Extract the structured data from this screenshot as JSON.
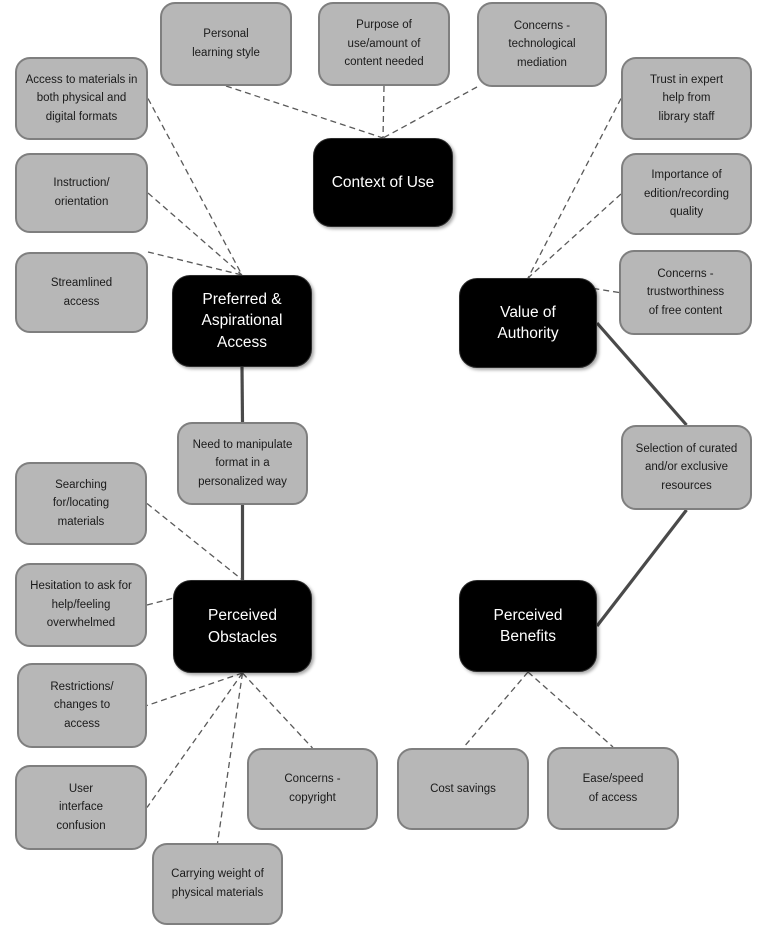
{
  "diagram": {
    "type": "concept-map",
    "colors": {
      "background": "#ffffff",
      "main_node_fill": "#000000",
      "main_node_text": "#ffffff",
      "sub_node_fill": "#b7b7b7",
      "sub_node_border": "#7f7f7f",
      "sub_node_text": "#1a1a1a",
      "dashed_line": "#595959",
      "solid_line": "#4a4a4a"
    },
    "nodes": [
      {
        "id": "personal",
        "type": "sub",
        "label": "Personal\nlearning style"
      },
      {
        "id": "purpose",
        "type": "sub",
        "label": "Purpose of\nuse/amount of\ncontent needed"
      },
      {
        "id": "concerns_tech",
        "type": "sub",
        "label": "Concerns -\ntechnological\nmediation"
      },
      {
        "id": "access",
        "type": "sub",
        "label": "Access to materials in\nboth physical and\ndigital formats"
      },
      {
        "id": "trust",
        "type": "sub",
        "label": "Trust in expert\nhelp from\nlibrary staff"
      },
      {
        "id": "instruction",
        "type": "sub",
        "label": "Instruction/\norientation"
      },
      {
        "id": "importance",
        "type": "sub",
        "label": "Importance of\nedition/recording\nquality"
      },
      {
        "id": "context",
        "type": "main",
        "label": "Context of Use"
      },
      {
        "id": "streamlined",
        "type": "sub",
        "label": "Streamlined\naccess"
      },
      {
        "id": "concerns_trust",
        "type": "sub",
        "label": "Concerns -\ntrustworthiness\nof free content"
      },
      {
        "id": "preferred",
        "type": "main",
        "label": "Preferred &\nAspirational\nAccess"
      },
      {
        "id": "value",
        "type": "main",
        "label": "Value of\nAuthority"
      },
      {
        "id": "need",
        "type": "sub",
        "label": "Need to manipulate\nformat in a\npersonalized way"
      },
      {
        "id": "selection",
        "type": "sub",
        "label": "Selection of curated\nand/or exclusive\nresources"
      },
      {
        "id": "searching",
        "type": "sub",
        "label": "Searching\nfor/locating\nmaterials"
      },
      {
        "id": "hesitation",
        "type": "sub",
        "label": "Hesitation to ask for\nhelp/feeling\noverwhelmed"
      },
      {
        "id": "obstacles",
        "type": "main",
        "label": "Perceived\nObstacles"
      },
      {
        "id": "benefits",
        "type": "main",
        "label": "Perceived\nBenefits"
      },
      {
        "id": "restrictions",
        "type": "sub",
        "label": "Restrictions/\nchanges to\naccess"
      },
      {
        "id": "user_interface",
        "type": "sub",
        "label": "User\ninterface\nconfusion"
      },
      {
        "id": "copyright",
        "type": "sub",
        "label": "Concerns -\ncopyright"
      },
      {
        "id": "carrying",
        "type": "sub",
        "label": "Carrying weight of\nphysical materials"
      },
      {
        "id": "cost",
        "type": "sub",
        "label": "Cost savings"
      },
      {
        "id": "ease",
        "type": "sub",
        "label": "Ease/speed\nof access"
      }
    ],
    "edges": [
      {
        "from": "personal",
        "to": "context",
        "style": "dashed"
      },
      {
        "from": "purpose",
        "to": "context",
        "style": "dashed"
      },
      {
        "from": "concerns_tech",
        "to": "context",
        "style": "dashed"
      },
      {
        "from": "access",
        "to": "preferred",
        "style": "dashed"
      },
      {
        "from": "instruction",
        "to": "preferred",
        "style": "dashed"
      },
      {
        "from": "streamlined",
        "to": "preferred",
        "style": "dashed"
      },
      {
        "from": "trust",
        "to": "value",
        "style": "dashed"
      },
      {
        "from": "importance",
        "to": "value",
        "style": "dashed"
      },
      {
        "from": "concerns_trust",
        "to": "value",
        "style": "dashed"
      },
      {
        "from": "preferred",
        "to": "need",
        "style": "solid"
      },
      {
        "from": "need",
        "to": "obstacles",
        "style": "solid"
      },
      {
        "from": "value",
        "to": "selection",
        "style": "solid"
      },
      {
        "from": "selection",
        "to": "benefits",
        "style": "solid"
      },
      {
        "from": "searching",
        "to": "obstacles",
        "style": "dashed"
      },
      {
        "from": "hesitation",
        "to": "obstacles",
        "style": "dashed"
      },
      {
        "from": "obstacles",
        "to": "restrictions",
        "style": "dashed"
      },
      {
        "from": "obstacles",
        "to": "user_interface",
        "style": "dashed"
      },
      {
        "from": "obstacles",
        "to": "carrying",
        "style": "dashed"
      },
      {
        "from": "obstacles",
        "to": "copyright",
        "style": "dashed"
      },
      {
        "from": "benefits",
        "to": "cost",
        "style": "dashed"
      },
      {
        "from": "benefits",
        "to": "ease",
        "style": "dashed"
      }
    ]
  }
}
